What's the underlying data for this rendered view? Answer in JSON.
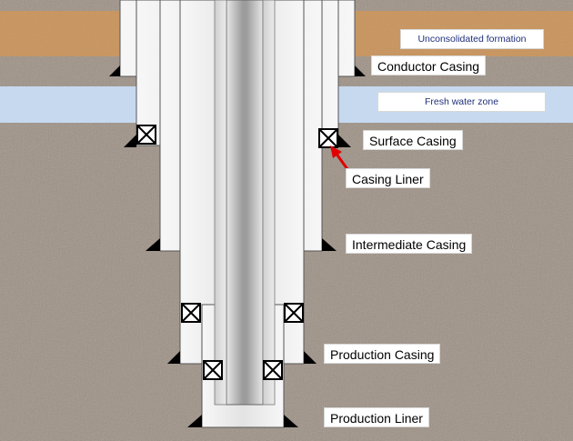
{
  "labels": {
    "unconsolidated_formation": "Unconsolidated  formation",
    "conductor_casing": "Conductor Casing",
    "fresh_water_zone": "Fresh water zone",
    "surface_casing": "Surface Casing",
    "casing_liner": "Casing Liner",
    "intermediate_casing": "Intermediate Casing",
    "production_casing": "Production Casing",
    "production_liner": "Production Liner"
  },
  "colors": {
    "rock_background": "#9b8e80",
    "unconsolidated_band": "#c9935a",
    "fresh_water_band": "#c8dcf4",
    "casing_fill": "#f0f0f0",
    "tubing_center": "#a9a9a9",
    "shoe": "#000000",
    "packer": "#ffffff",
    "arrow": "#e00000",
    "zone_label_text": "#1f2f7a"
  }
}
